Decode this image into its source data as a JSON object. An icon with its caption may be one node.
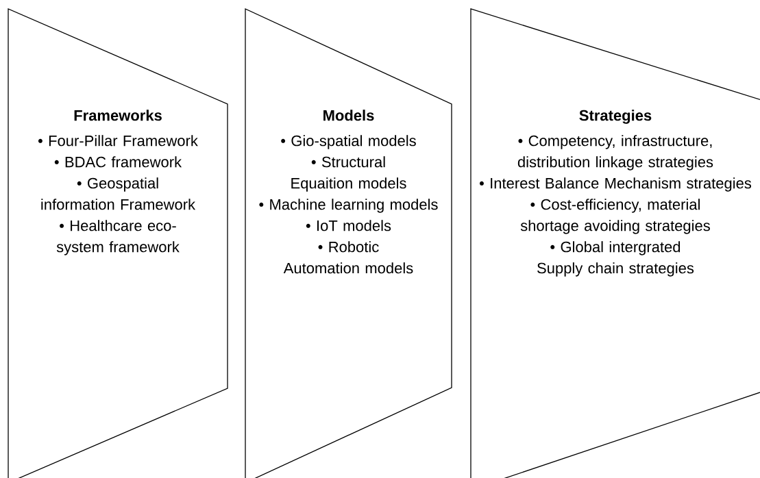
{
  "diagram": {
    "nodes": [
      {
        "text": [
          "Frameworks",
          "• Four-Pillar Framework",
          "• BDAC framework",
          "• Geospatial information Framework",
          "• Healthcare eco-system framework"
        ]
      },
      {
        "text": [
          "Models",
          "• Gio-spatial models",
          "• Structural Equaition models",
          "• Machine learning models",
          "• IoT models",
          "• Robotic Automation models"
        ]
      },
      {
        "text": [
          "Strategies",
          "• Competency, infrastructure, distribution linkage strategies",
          "• Interest Balance Mechanism strategies",
          "• Cost-efficiency, material shortage avoiding strategies",
          "• Global intergrated Supply chain strategies"
        ]
      }
    ]
  }
}
